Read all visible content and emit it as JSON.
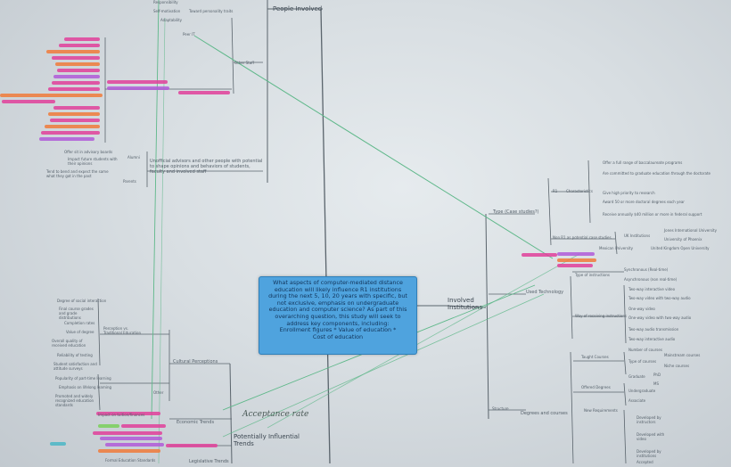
{
  "central_question": {
    "lines": [
      "What aspects of computer-mediated distance",
      "education will likely influence R1 institutions",
      "during the next 5, 10, 20 years with specific, but",
      "not exclusive, emphasis on undergraduate",
      "education and computer science? As part of this",
      "overarching question, this study will seek to",
      "address key components, including:",
      "Enrollment figures    * Value of education    *",
      "Cost of education"
    ]
  },
  "branches": {
    "people_involved": "People Involved",
    "involved_institutions": "Involved Institutions",
    "potentially_influential_trends": "Potentially Influential Trends",
    "other_staff": "Other Staff",
    "cultural_perceptions": "Cultural Perceptions",
    "economic_trends": "Economic Trends",
    "legislative_trends": "Legislative Trends",
    "type_case_studies": "Type (Case studies?)",
    "used_technology": "Used Technology",
    "degrees_and_courses": "Degrees and courses",
    "structure": "Structure",
    "perception_vs_traditional": "Perception vs. Traditional Education"
  },
  "people_involved_notes": {
    "responsibility": "Responsibility",
    "self_motivation": "Self-motivation",
    "toward_personality_traits": "Toward personality traits",
    "adaptability": "Adaptability",
    "peer_it": "Peer IT",
    "alumni": "Alumni",
    "parents": "Parents",
    "unofficial_advisors": "Unofficial advisors and other people with potential to shape opinions and behaviors of students, faculty and involved staff",
    "offer_advisory": "Offer sit in advisory boards",
    "impact_future": "Impact future students with their opinions",
    "tend_to_bend": "Tend to bend and expect the same what they got in the past"
  },
  "institution_notes": {
    "r1": "R1",
    "characteristics": "Characteristics",
    "char_items": [
      "Offer a full range of baccalaureate programs",
      "Are committed to graduate education through the doctorate",
      "Give high priority to research",
      "Award 50 or more doctoral degrees each year",
      "Receive annually $40 million or more in federal support"
    ],
    "non_r1": "Non R1 as potential case studies",
    "uk_institutions": "UK Institutions",
    "mexican_university": "Mexican University",
    "uk_items": [
      "Jones International University",
      "University of Phoenix",
      "United Kingdom Open University"
    ]
  },
  "technology_notes": {
    "types_of_instruction": "Type of instructions",
    "synchronous": "Synchronous (Real-time)",
    "asynchronous": "Asynchronous (non real-time)",
    "way_of_receiving": "Way of receiving instructions",
    "tech_items": [
      "Two-way interactive video",
      "Two-way video with two-way audio",
      "One-way video",
      "One-way video with two-way audio",
      "Two-way audio transmission",
      "Two-way interactive audio"
    ]
  },
  "degree_notes": {
    "taught_courses": "Taught Courses",
    "number_of_courses": "Number of courses",
    "type_of_courses": "Type of courses",
    "mainstream_courses": "Mainstream courses",
    "niche_courses": "Niche courses",
    "offered_degrees": "Offered Degrees",
    "graduate": "Graduate",
    "phd": "PhD",
    "ms": "MS",
    "undergraduate": "Undergraduate",
    "associate": "Associate",
    "new_requirements": "New Requirements",
    "req_items": [
      "Developed by instructors",
      "Developed with video",
      "Developed by institutions",
      "Accepted"
    ]
  },
  "culture_notes": {
    "degree_social": "Degree of social interaction",
    "final_course_grades": "Final course grades and grade distributions",
    "completion_rates": "Completion rates",
    "value_of_degree": "Value of degree",
    "overall_quality": "Overall quality of received education",
    "reliability": "Reliability of testing",
    "student_satisfaction": "Student satisfaction and attitude surveys",
    "popularity": "Popularity of part-time learning",
    "emphasis": "Emphasis on lifelong learning",
    "promoted": "Promoted and widely recognized education standards",
    "other": "Other",
    "impact_on_tuition": "Impact on tuition/finances",
    "formal_education": "Formal Education Standards"
  },
  "handwriting": "Acceptance rate",
  "colors": {
    "central_fill": "#4fa3de",
    "line_gray": "#5a646c",
    "line_green": "#5fb88a",
    "highlight_pink": "#e0409a",
    "highlight_orange": "#f07a3a"
  }
}
